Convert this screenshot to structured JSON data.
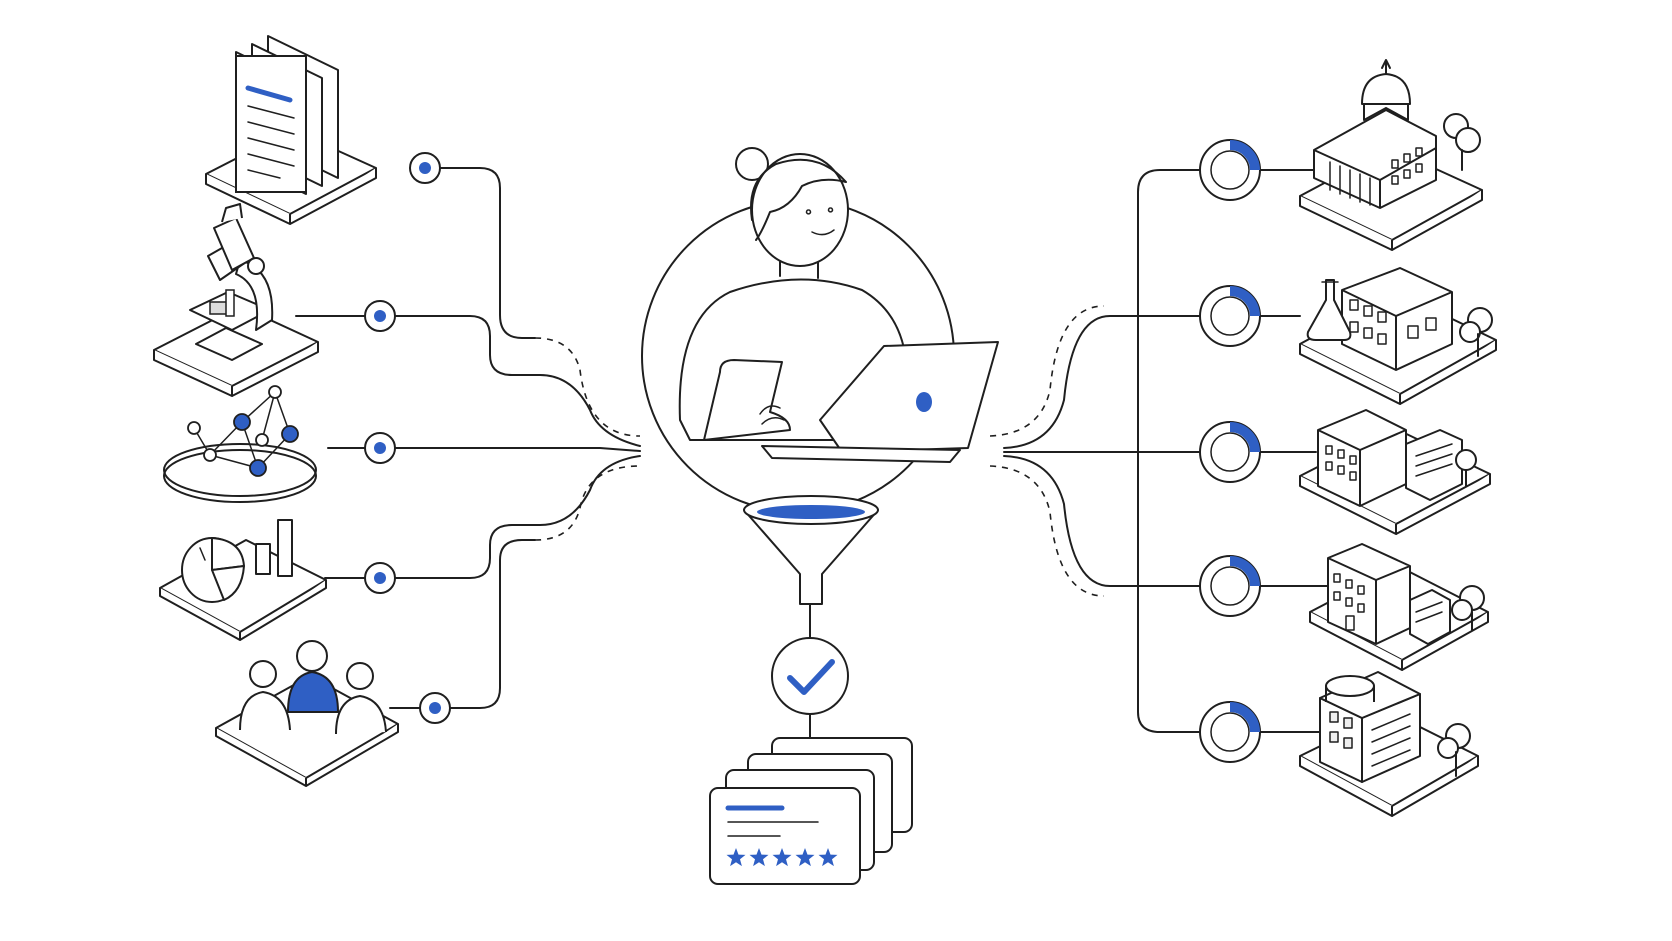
{
  "colors": {
    "accent": "#2f5fc4",
    "stroke": "#1f1f1f",
    "background": "#ffffff"
  },
  "sources": [
    {
      "icon": "documents-icon"
    },
    {
      "icon": "microscope-icon"
    },
    {
      "icon": "network-graph-icon"
    },
    {
      "icon": "analytics-charts-icon"
    },
    {
      "icon": "people-group-icon"
    }
  ],
  "center": {
    "person_icon": "person-with-laptop-icon",
    "filter_icon": "funnel-icon",
    "check_icon": "checkmark-icon",
    "output_icon": "rated-cards-icon",
    "rating_stars": 5
  },
  "destinations": [
    {
      "icon": "capitol-building-icon",
      "progress": 0.25
    },
    {
      "icon": "laboratory-building-icon",
      "progress": 0.25
    },
    {
      "icon": "office-building-icon",
      "progress": 0.25
    },
    {
      "icon": "office-building-icon",
      "progress": 0.25
    },
    {
      "icon": "office-building-icon",
      "progress": 0.25
    }
  ]
}
